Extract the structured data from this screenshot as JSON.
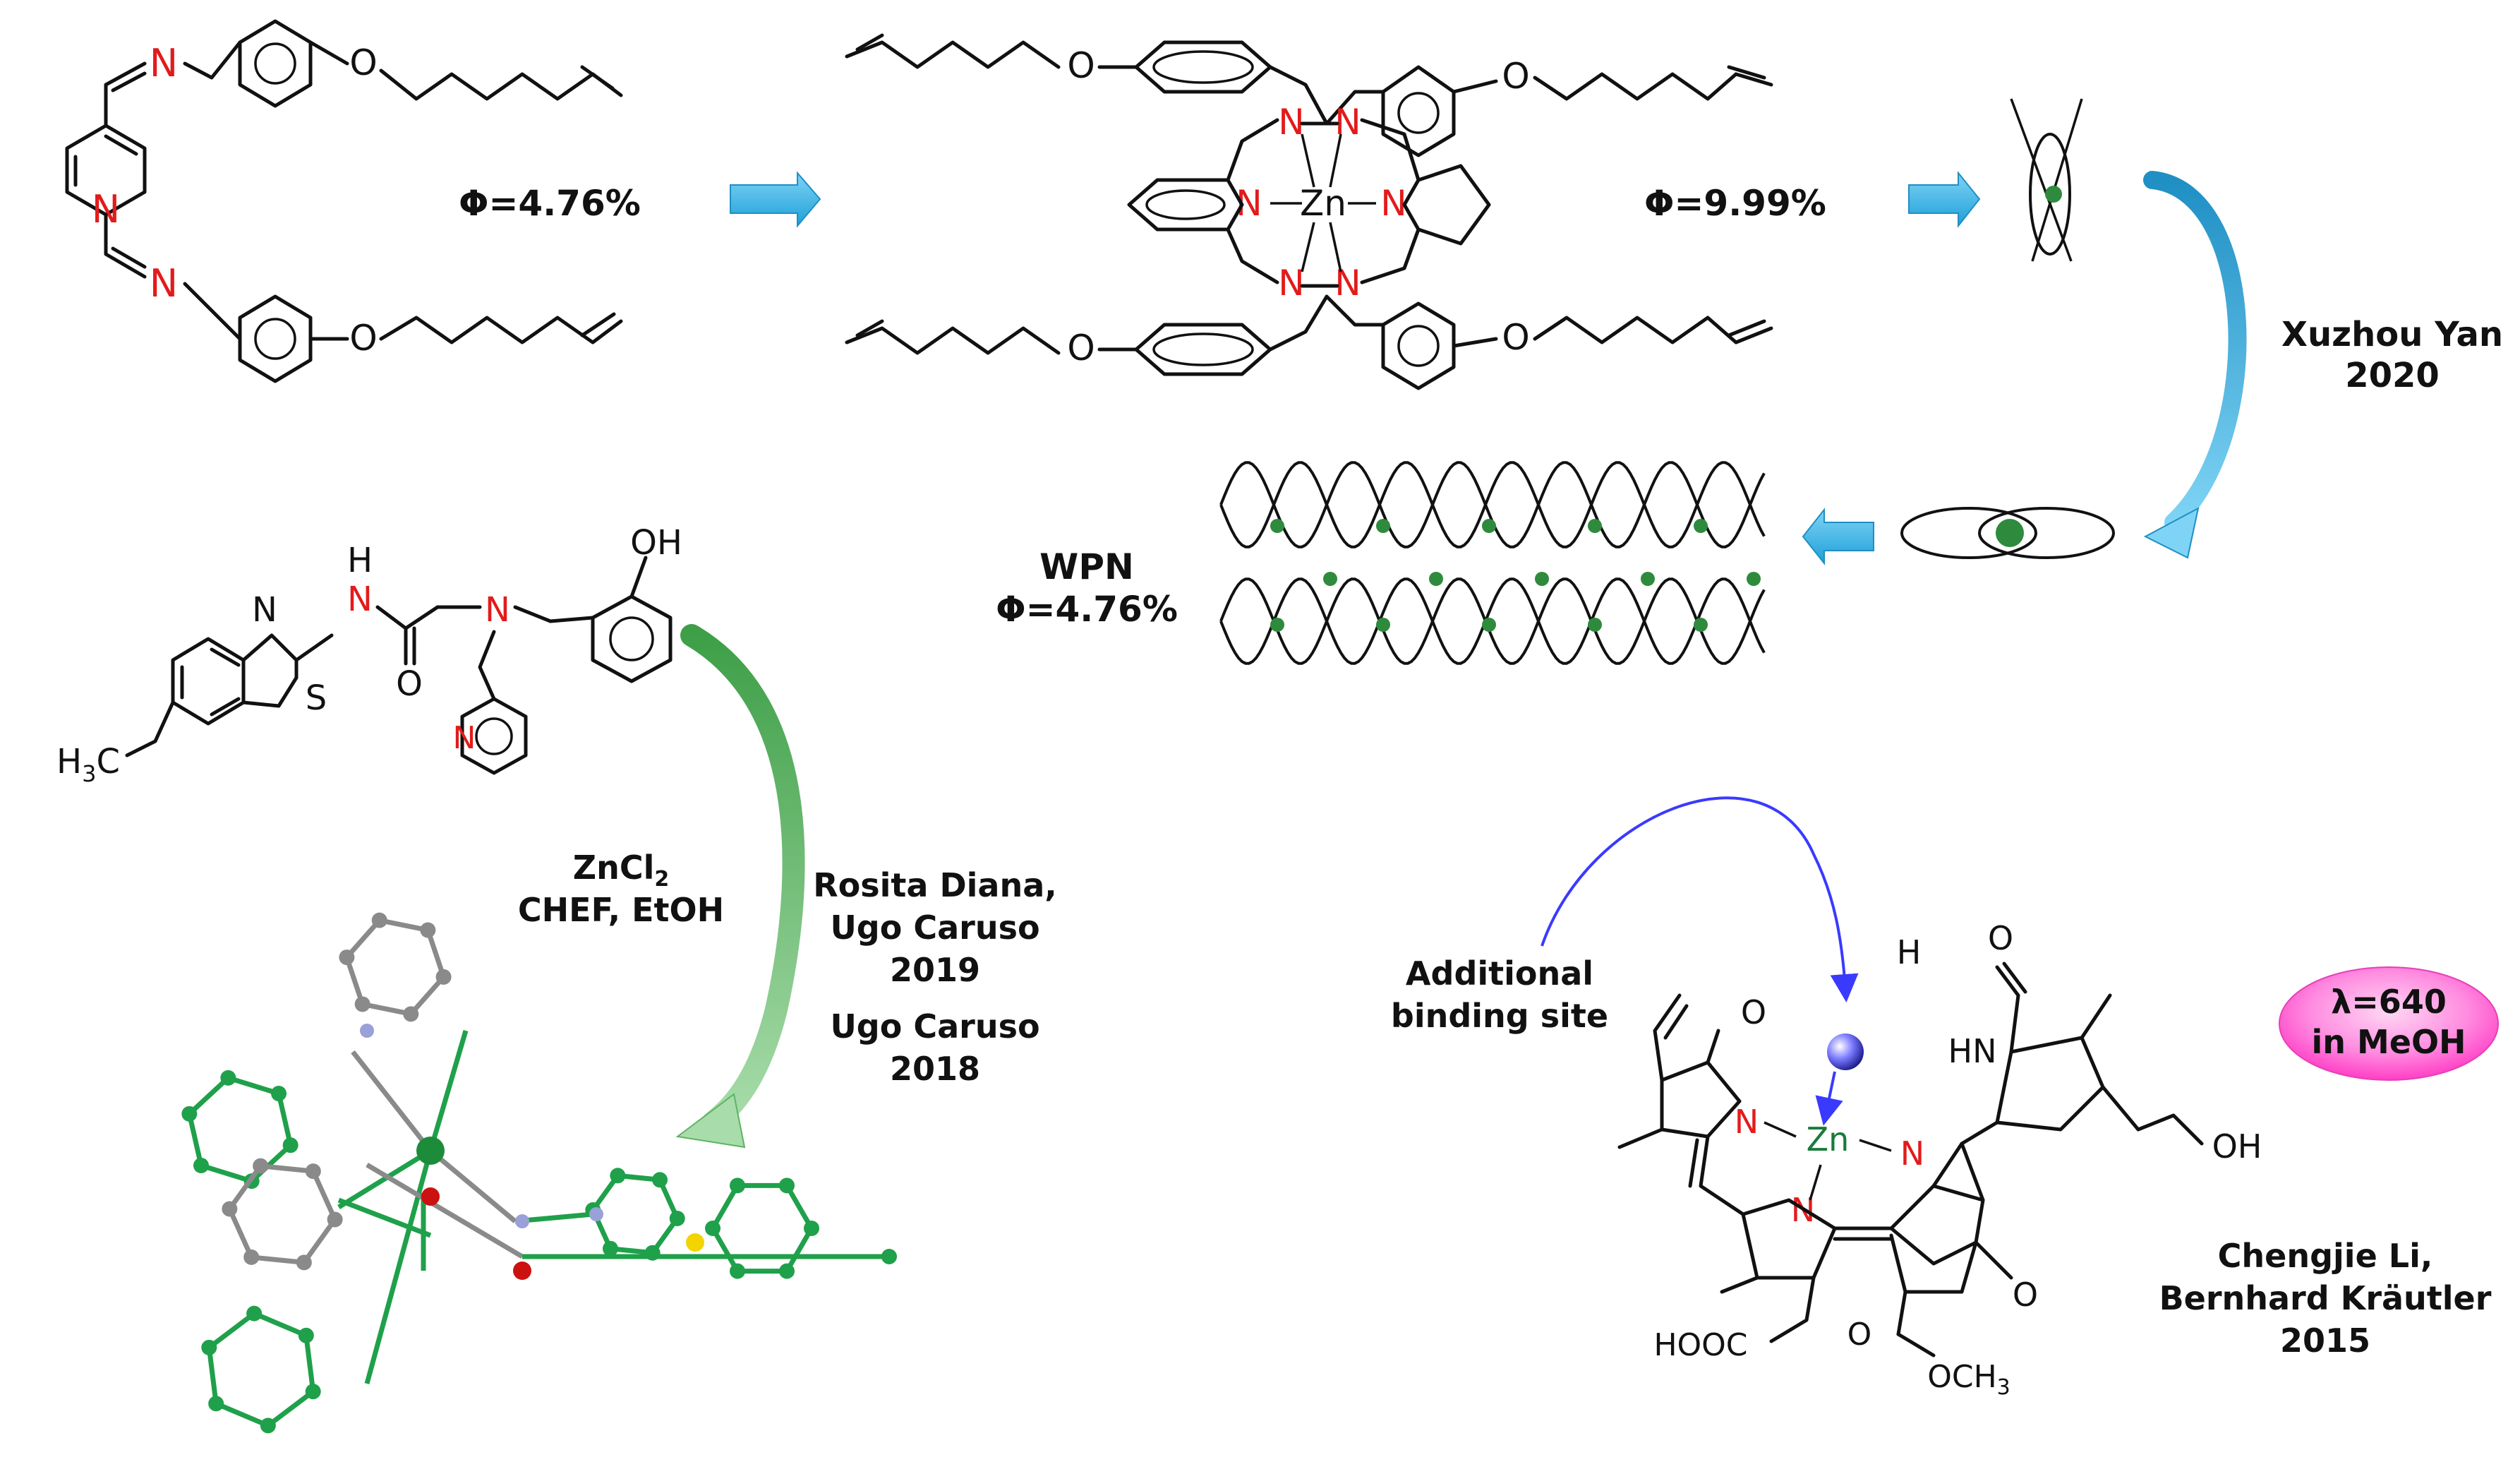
{
  "colors": {
    "arrow_blue": "#33b6e8",
    "arrow_blue_dark": "#1f8fc4",
    "arrow_green": "#5db463",
    "arrow_violet": "#3a3aff",
    "nitrogen": "#e21b1b",
    "zinc_label": "#1a7a3a",
    "crystal_carbon_green": "#1fa04a",
    "crystal_carbon_gray": "#8a8a8a",
    "dot_green": "#2e8b3d",
    "pink_badge": "#ff62d3"
  },
  "quantum_yields": {
    "ligand": "Φ=4.76%",
    "complex": "Φ=9.99%",
    "network": "Φ=4.76%"
  },
  "network_label": "WPN",
  "citations": {
    "yan": [
      "Xuzhou Yan",
      "2020"
    ],
    "diana_caruso": [
      "Rosita Diana,",
      "Ugo Caruso",
      "2019"
    ],
    "caruso": [
      "Ugo Caruso",
      "2018"
    ],
    "li_krautler": [
      "Chengjie Li,",
      "Bernhard Kräutler",
      "2015"
    ]
  },
  "conditions": [
    "CHEF, EtOH"
  ],
  "reagent": {
    "base": "ZnCl",
    "subscript": "2"
  },
  "annotation_binding": [
    "Additional",
    "binding site"
  ],
  "badge": [
    "λ=640",
    "in MeOH"
  ],
  "atoms": {
    "N": "N",
    "O": "O",
    "Zn": "Zn",
    "S": "S",
    "H": "H",
    "HN": "HN",
    "OH": "OH",
    "H3C": "H",
    "H3C_sub": "3",
    "H3C_end": "C",
    "HOOC": "HOOC",
    "OCH3": "OCH",
    "OCH3_sub": "3"
  },
  "icons": [
    "right-arrow-icon",
    "left-arrow-icon",
    "curved-arrow-icon",
    "crossed-ring-icon",
    "overlapping-rings-icon"
  ]
}
